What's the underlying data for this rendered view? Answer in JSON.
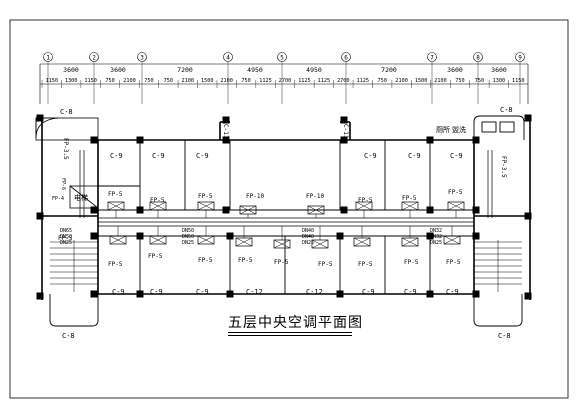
{
  "title": "五层中央空调平面图",
  "grid_axes": [
    "1",
    "2",
    "3",
    "4",
    "5",
    "6",
    "7",
    "8",
    "9"
  ],
  "dims_upper": [
    "3600",
    "3600",
    "7200",
    "4950",
    "4950",
    "7200",
    "3600",
    "3600"
  ],
  "dims_lower": [
    "1150",
    "1300",
    "1150",
    "750",
    "2100",
    "750",
    "750",
    "2100",
    "1500",
    "2100",
    "750",
    "1125",
    "2700",
    "1125",
    "1125",
    "2700",
    "1125",
    "750",
    "2100",
    "1500",
    "2100",
    "750",
    "750",
    "1300",
    "1150"
  ],
  "rooms": {
    "stair_left_top": "C-8",
    "stair_left_bottom": "C-8",
    "stair_right_top": "C-8",
    "stair_right_bottom": "C-8",
    "top_row_c9": "C-9",
    "top_c11": "C-11",
    "bottom_c12": "C-12",
    "elevator": "电梯",
    "toilet": "厕所",
    "bathroom": "盥洗",
    "fp35": "FP-3.5",
    "fp5": "FP-5",
    "fp10": "FP-10",
    "fp6": "FP-6",
    "fp4": "FP-4"
  },
  "pipes": {
    "dn65": "DN65",
    "dn50": "DN50",
    "dn40": "DN40",
    "dn32": "DN32",
    "dn25": "DN25"
  },
  "colors": {
    "line": "#000000",
    "background": "#ffffff"
  }
}
